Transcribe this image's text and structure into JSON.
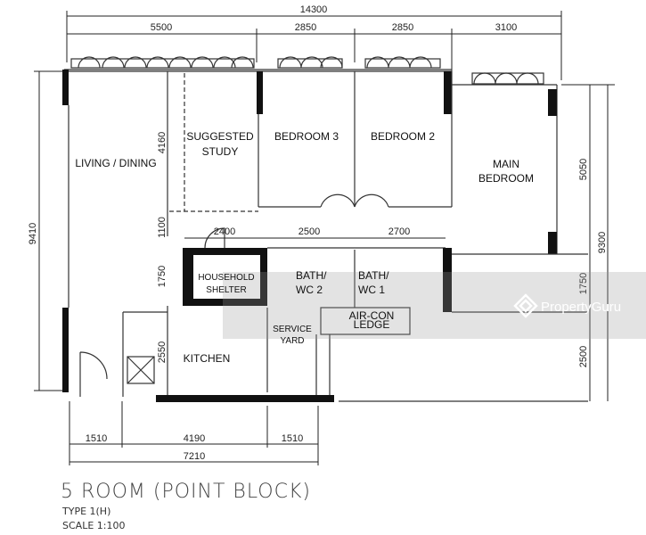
{
  "dimensions": {
    "overall_width": "14300",
    "top": [
      "5500",
      "2850",
      "2850",
      "3100"
    ],
    "middle": [
      "2400",
      "2500",
      "2700"
    ],
    "bottom": [
      "1510",
      "4190",
      "1510"
    ],
    "bottom_total": "7210",
    "left_total": "9410",
    "left_inner": [
      "4160",
      "1100",
      "1750",
      "2550"
    ],
    "right_inner": [
      "5050",
      "1750",
      "2500"
    ],
    "right_total": "9300"
  },
  "rooms": {
    "living": "LIVING / DINING",
    "study_1": "SUGGESTED",
    "study_2": "STUDY",
    "bedroom3": "BEDROOM 3",
    "bedroom2": "BEDROOM 2",
    "main_1": "MAIN",
    "main_2": "BEDROOM",
    "shelter_1": "HOUSEHOLD",
    "shelter_2": "SHELTER",
    "bath2_1": "BATH/",
    "bath2_2": "WC 2",
    "bath1_1": "BATH/",
    "bath1_2": "WC 1",
    "aircon_1": "AIR-CON",
    "aircon_2": "LEDGE",
    "service_1": "SERVICE",
    "service_2": "YARD",
    "kitchen": "KITCHEN"
  },
  "title": "5 ROOM (POINT BLOCK)",
  "type": "TYPE 1(H)",
  "scale": "SCALE 1:100",
  "watermark": "PropertyGuru"
}
